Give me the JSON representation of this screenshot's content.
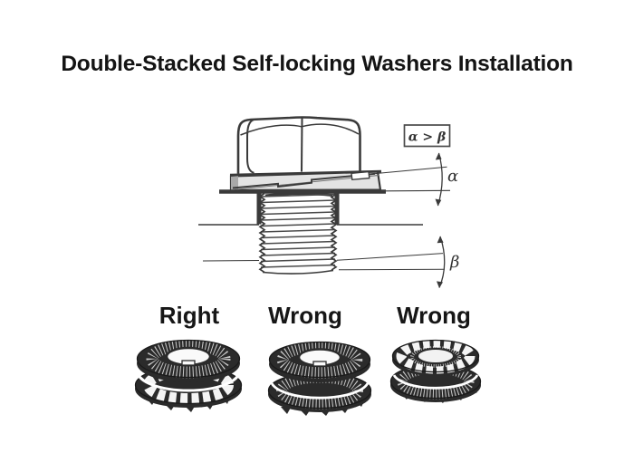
{
  "title": "Double-Stacked Self-locking Washers Installation",
  "diagram": {
    "callout_label": "α > β",
    "alpha_label": "α",
    "beta_label": "β"
  },
  "washers": [
    {
      "label": "Right",
      "icon": "washer-pair-cam-faces-together-icon"
    },
    {
      "label": "Wrong",
      "icon": "washer-pair-stacked-same-direction-icon"
    },
    {
      "label": "Wrong",
      "icon": "washer-pair-cam-faces-outward-icon"
    }
  ],
  "colors": {
    "background": "#ffffff",
    "text": "#141414",
    "line_art": "#3a3a3a",
    "washer_dark": "#2b2b2b",
    "washer_shade": "#e3e3e3"
  }
}
